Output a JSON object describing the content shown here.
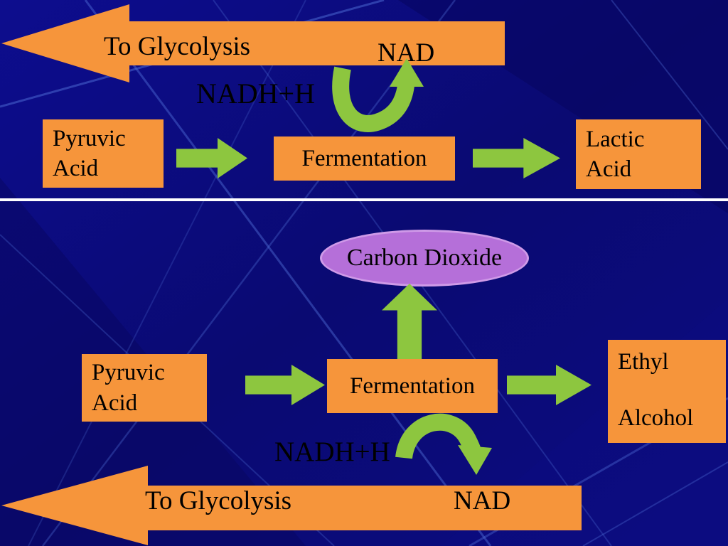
{
  "slide": {
    "background_color": "#0A0A74",
    "divider_color": "#FFFFFF"
  },
  "colors": {
    "box_orange": "#F6953B",
    "arrow_green": "#8DC63F",
    "ellipse_purple": "#B56FD9",
    "text_black": "#000000"
  },
  "lactic_pathway": {
    "to_glycolysis_label": "To Glycolysis",
    "nad_label": "NAD",
    "nadh_label": "NADH+H",
    "pyruvic_acid": {
      "line1": "Pyruvic",
      "line2": "Acid"
    },
    "fermentation": "Fermentation",
    "lactic_acid": {
      "line1": "Lactic",
      "line2": "Acid"
    }
  },
  "alcohol_pathway": {
    "carbon_dioxide": "Carbon Dioxide",
    "pyruvic_acid": {
      "line1": "Pyruvic",
      "line2": "Acid"
    },
    "fermentation": "Fermentation",
    "ethyl_alcohol": {
      "line1": "Ethyl",
      "line2": "Alcohol"
    },
    "nadh_label": "NADH+H",
    "nad_label": "NAD",
    "to_glycolysis_label": "To Glycolysis"
  }
}
